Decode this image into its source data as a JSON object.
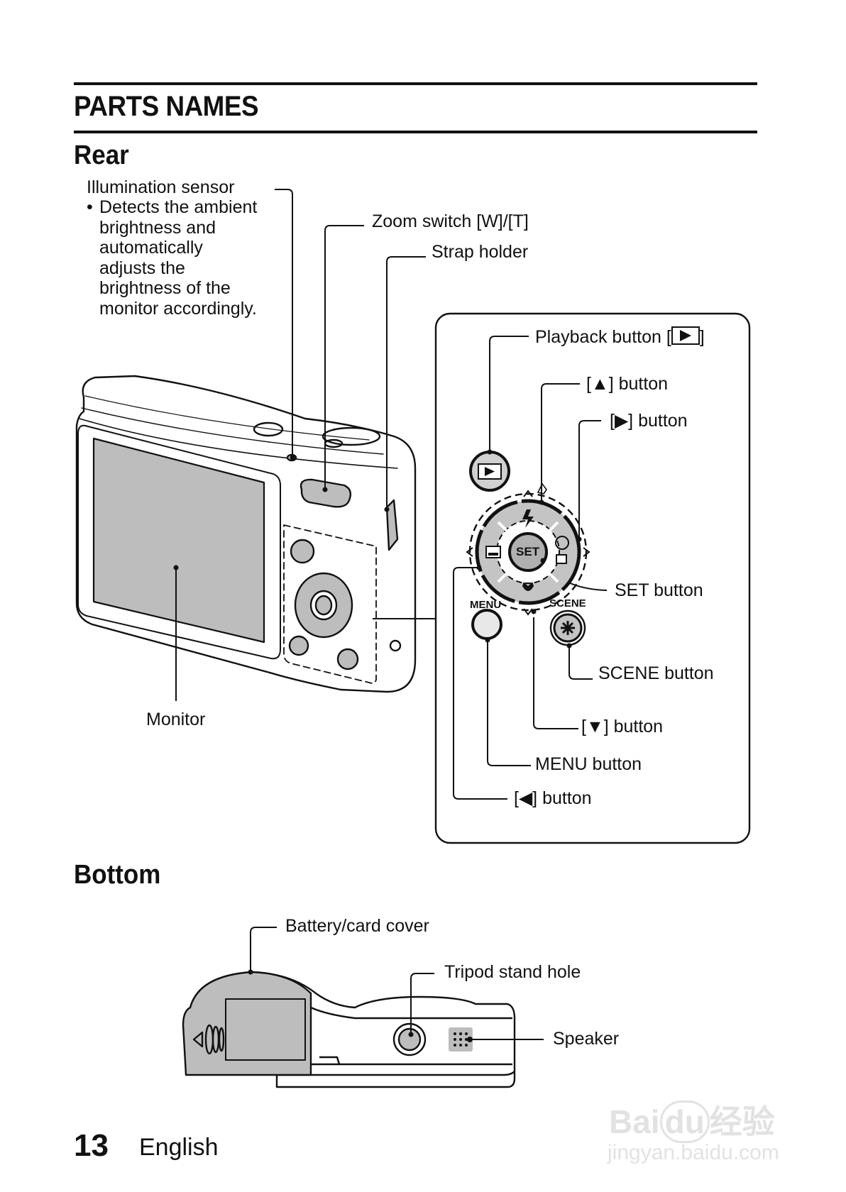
{
  "page": {
    "title": "PARTS NAMES",
    "page_number": "13",
    "language": "English"
  },
  "rear": {
    "heading": "Rear",
    "illumination_sensor": {
      "label": "Illumination sensor",
      "bullet": "•",
      "description_lines": [
        "Detects the ambient",
        "brightness and",
        "automatically",
        "adjusts the",
        "brightness of the",
        "monitor accordingly."
      ]
    },
    "labels": {
      "zoom_switch": "Zoom switch [W]/[T]",
      "strap_holder": "Strap holder",
      "monitor": "Monitor"
    },
    "inset": {
      "playback_button": "Playback button [",
      "playback_button_close": "]",
      "up_button": "[▲] button",
      "right_button": "[▶] button",
      "set_button": "SET button",
      "scene_button": "SCENE button",
      "down_button": "[▼] button",
      "menu_button": "MENU button",
      "left_button": "[◀] button",
      "set_key_text": "SET",
      "menu_key_text": "MENU",
      "scene_key_text": "SCENE"
    }
  },
  "bottom": {
    "heading": "Bottom",
    "labels": {
      "battery_cover": "Battery/card cover",
      "tripod_hole": "Tripod stand hole",
      "speaker": "Speaker"
    }
  },
  "watermark": {
    "brand": "Bai",
    "brand_paw": "du",
    "brand_cn": "经验",
    "url": "jingyan.baidu.com"
  },
  "colors": {
    "ink": "#111111",
    "gray_fill": "#bdbdbd",
    "watermark": "#e2e2e2"
  }
}
